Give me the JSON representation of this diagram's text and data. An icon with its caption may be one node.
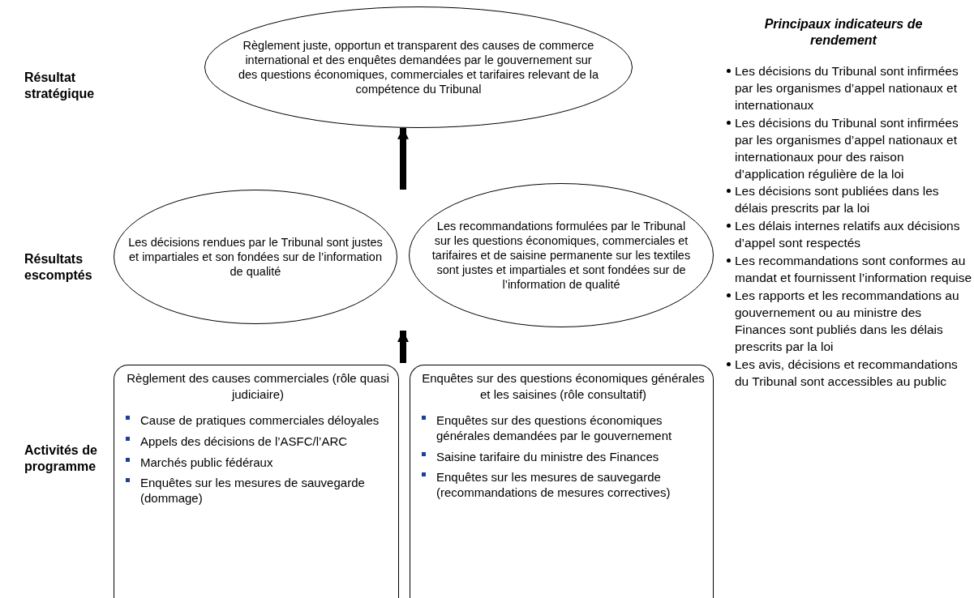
{
  "diagram": {
    "nodes": [
      {
        "text": [
          "Règlement juste, opportun et transparent des causes de commerce international et des enquêtes demandées par le gouvernement sur des questions économiques, commerciales et tarifaires relevant de la compétence du Tribunal"
        ]
      },
      {
        "text": [
          "Les décisions rendues par le Tribunal sont justes et impartiales et son fondées sur de l’information de qualité"
        ]
      },
      {
        "text": [
          "Les recommandations formulées par le Tribunal sur les questions économiques, commerciales et tarifaires et de saisine permanente sur les textiles sont justes et impartiales et sont fondées sur de l’information de qualité"
        ]
      },
      {
        "text": [
          "Règlement des causes commerciales (rôle quasi judiciaire)",
          "Cause de pratiques commerciales déloyales",
          "Appels des décisions de l’ASFC/l’ARC",
          "Marchés public fédéraux",
          "Enquêtes sur les mesures de sauvegarde (dommage)"
        ]
      },
      {
        "text": [
          "Enquêtes sur des questions économiques générales et les saisines (rôle consultatif)",
          "Enquêtes sur des questions économiques générales demandées par le gouvernement",
          "Saisine tarifaire du ministre des Finances",
          "Enquêtes sur les mesures de sauvegarde (recommandations de mesures correctives)"
        ]
      }
    ],
    "edges": [
      {
        "from": null,
        "to": 0,
        "arrow": "to"
      },
      {
        "from": 3,
        "to": null,
        "arrow": "to"
      }
    ],
    "labels": [
      "Résultat stratégique",
      "Résultats escomptés",
      "Activités de programme",
      "Principaux indicateurs de rendement",
      "Les décisions du Tribunal sont infirmées par les organismes d’appel nationaux et internationaux",
      "Les décisions du Tribunal sont infirmées par les organismes d’appel nationaux et internationaux pour des raison d’application régulière de la loi",
      "Les décisions sont publiées dans les délais prescrits par la loi",
      "Les délais internes relatifs aux décisions d’appel sont respectés",
      "Les recommandations sont conformes au mandat et fournissent l’information requise",
      "Les rapports et les recommandations au gouvernement ou au ministre des Finances sont publiés dans les délais prescrits par la loi",
      "Les avis, décisions et recommandations du Tribunal sont accessibles au public"
    ]
  }
}
